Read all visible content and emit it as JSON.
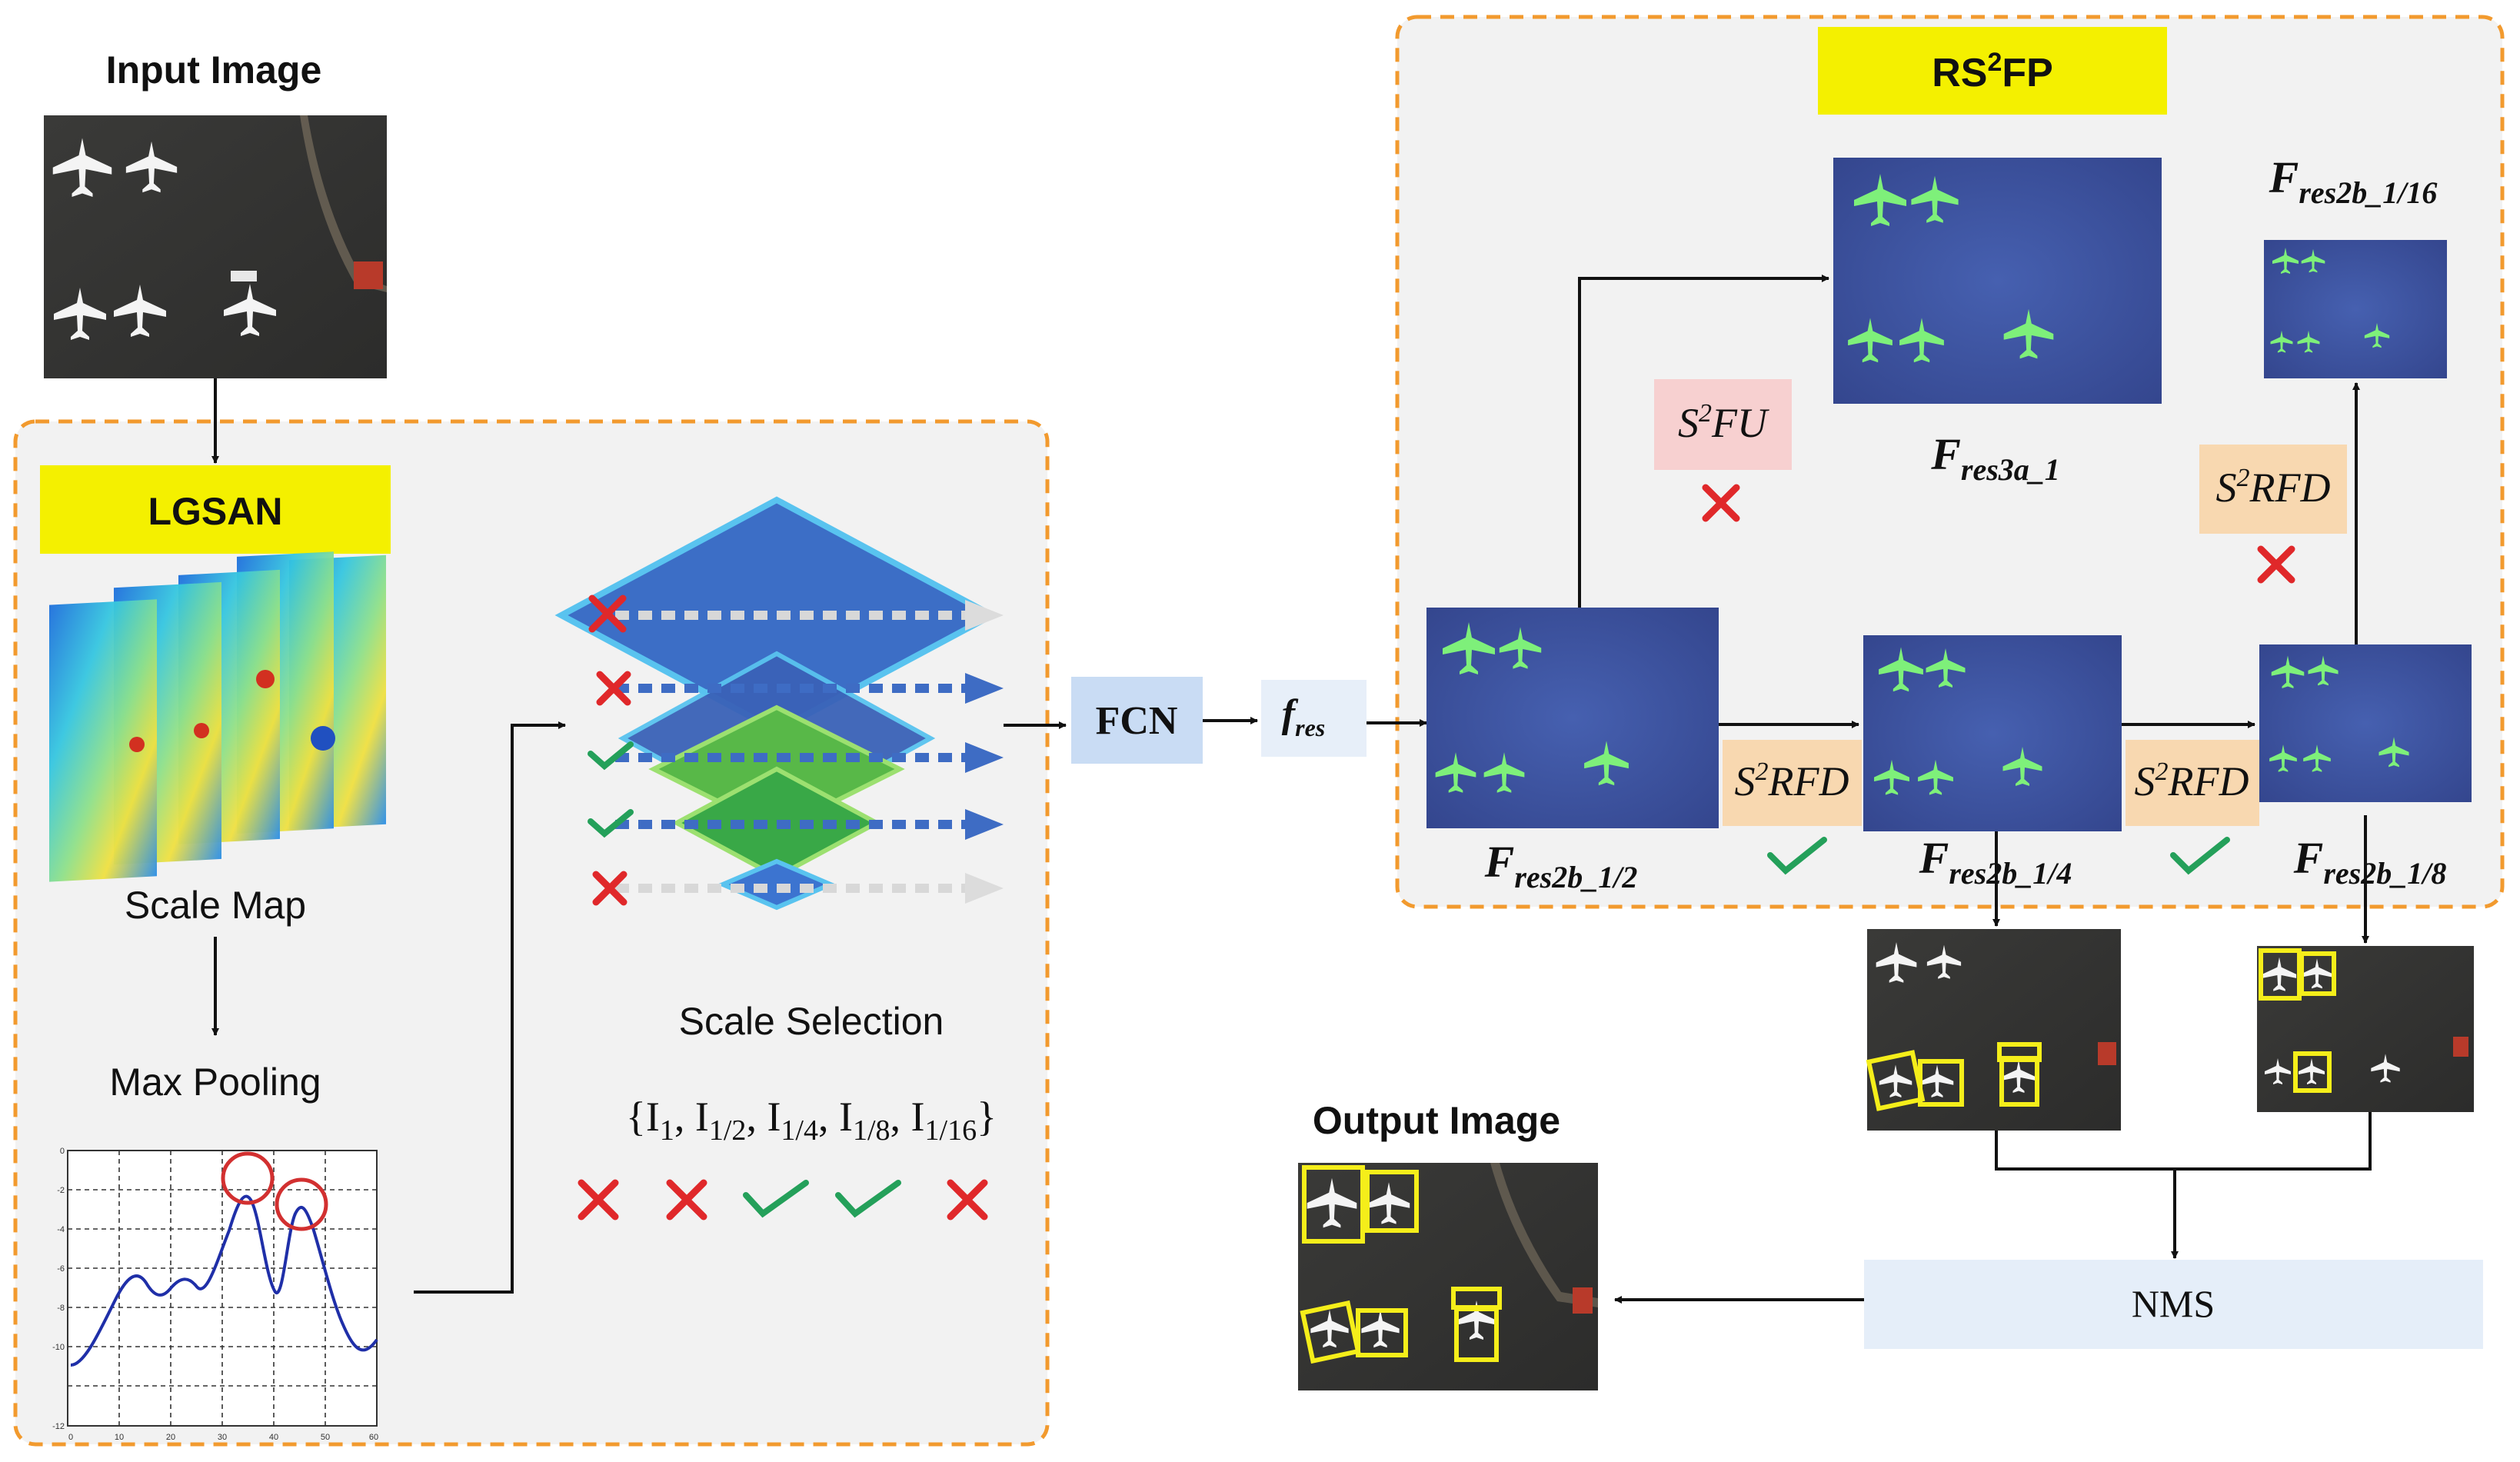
{
  "input_title": "Input Image",
  "output_title": "Output Image",
  "lgsan": {
    "title": "LGSAN",
    "scale_map_label": "Scale Map",
    "max_pooling_label": "Max Pooling",
    "scale_selection_label": "Scale Selection",
    "scale_set": {
      "open": "{",
      "close": "}",
      "sep": ", ",
      "base": "I",
      "subs": [
        "1",
        "1/2",
        "1/4",
        "1/8",
        "1/16"
      ]
    },
    "selection_marks": [
      "cross",
      "cross",
      "check",
      "check",
      "cross"
    ],
    "plot_ticks_x": [
      "0",
      "10",
      "20",
      "30",
      "40",
      "50",
      "60"
    ],
    "plot_ticks_y": [
      "0",
      "-2",
      "-4",
      "-6",
      "-8",
      "-10",
      "-12"
    ]
  },
  "fcn_label": "FCN",
  "fres": {
    "base": "f",
    "sub": "res"
  },
  "rs2fp": {
    "title_prefix": "RS",
    "title_sup": "2",
    "title_suffix": "FP"
  },
  "features": {
    "res2b_1_2": {
      "base": "F",
      "sub": "res2b_1/2"
    },
    "res2b_1_4": {
      "base": "F",
      "sub": "res2b_1/4"
    },
    "res2b_1_8": {
      "base": "F",
      "sub": "res2b_1/8"
    },
    "res3a_1": {
      "base": "F",
      "sub": "res3a_1"
    },
    "res2b_1_16": {
      "base": "F",
      "sub": "res2b_1/16"
    }
  },
  "modules": {
    "s2fu": {
      "base": "S",
      "sup": "2",
      "rest": "FU"
    },
    "s2rfd": {
      "base": "S",
      "sup": "2",
      "rest": "RFD"
    }
  },
  "nms_label": "NMS",
  "colors": {
    "yellow_label": "#f4f000",
    "orange_dash": "#f29a2e",
    "panel_bg": "#f2f2f2",
    "fcn_box": "#c9dcf4",
    "nms_box": "#e5eef9",
    "s2fu_box": "#f7d0d0",
    "s2rfd_box": "#f8d8b0",
    "cross": "#e0282a",
    "check": "#24a05a",
    "feature_map": "#3b4e9c",
    "box_yellow": "#f5ee1a"
  }
}
